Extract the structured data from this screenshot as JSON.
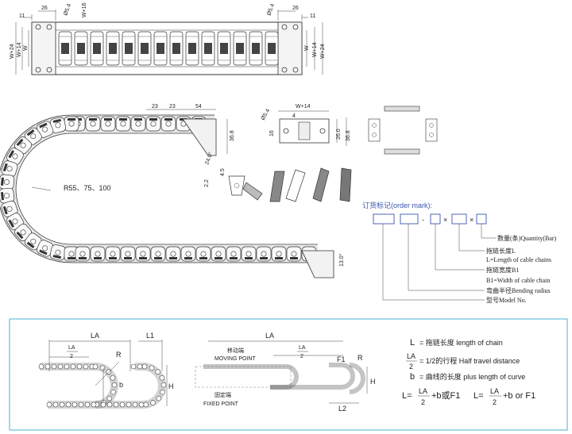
{
  "top_dims": {
    "d26_left": "26",
    "d54_left": "Ø5.4",
    "w16": "W+16",
    "d54_right": "Ø5.4",
    "d26_right": "26",
    "d11_left": "11",
    "d11_right": "11",
    "w24_left": "W+24",
    "w14_left": "W+14",
    "w_left": "W",
    "w_right": "W",
    "w14_right": "W+14",
    "w24_right": "W+24"
  },
  "chain_dims": {
    "d23a": "23",
    "d23b": "23",
    "d54": "54",
    "d36_8": "36.8",
    "d24": "24.0°",
    "radius_label": "R55、75、100",
    "d13": "13.0°"
  },
  "cross_section": {
    "w14": "W+14",
    "d4": "4",
    "phi": "Ø5.4",
    "d16": "16",
    "d26": "26.0",
    "d36": "36.8",
    "d22": "2.2",
    "d45": "4.5"
  },
  "order_mark": {
    "title": "订货标记(order mark):",
    "sep1": "-",
    "x1": "×",
    "x2": "×",
    "l1": "数量(条)Quantity(Bar)",
    "l2": "拖链长度L",
    "l3": "L=Length of cable chains",
    "l4": "拖链宽度B1",
    "l5": "B1=Width of cable chain",
    "l6": "弯曲半径Bending radius",
    "l7": "型号Model No."
  },
  "bottom_left": {
    "la": "LA",
    "la2_num": "LA",
    "la2_den": "2",
    "l1": "L1",
    "r": "R",
    "b": "b",
    "h": "H"
  },
  "bottom_mid": {
    "la": "LA",
    "la2_num": "LA",
    "la2_den": "2",
    "moving_cn": "移动端",
    "moving_en": "MOVING POINT",
    "fixed_cn": "固定端",
    "fixed_en": "FIXED POINT",
    "f1": "F1",
    "r": "R",
    "h": "H",
    "l2": "L2"
  },
  "legend": {
    "l_sym": "L",
    "l_text": "= 拖链长度  length of chain",
    "la_num": "LA",
    "la_den": "2",
    "la_text": "= 1/2的行程  Half travel distance",
    "b_sym": "b",
    "b_text": "= 曲线的长度  plus length of curve",
    "f1_prefix": "L=",
    "f1_num": "LA",
    "f1_den": "2",
    "f1_suffix": "+b或F1",
    "f2_prefix": "L=",
    "f2_num": "LA",
    "f2_den": "2",
    "f2_suffix": "+b or F1"
  }
}
